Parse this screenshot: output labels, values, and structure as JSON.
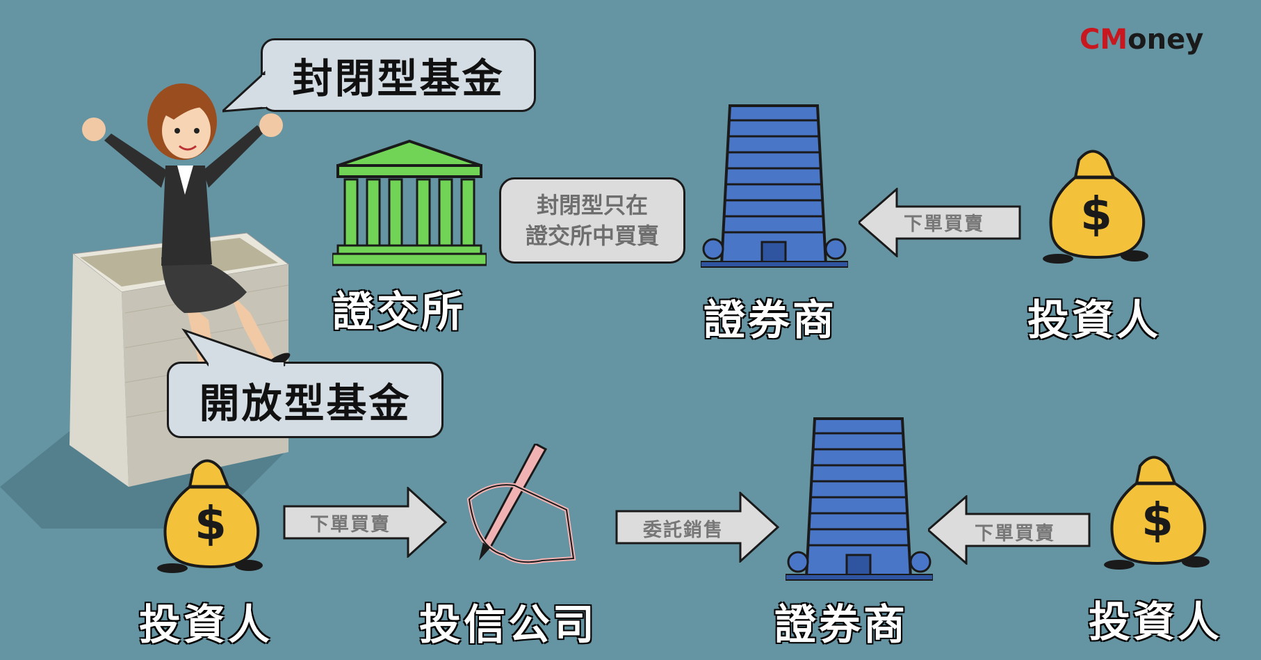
{
  "brand": {
    "c": "CM",
    "rest": "oney"
  },
  "closed_fund": {
    "title": "封閉型基金",
    "note_line1": "封閉型只在",
    "note_line2": "證交所中買賣",
    "exchange_label": "證交所",
    "broker_label": "證券商",
    "investor_label": "投資人",
    "arrow_label": "下單買賣"
  },
  "open_fund": {
    "title": "開放型基金",
    "investor_left_label": "投資人",
    "company_label": "投信公司",
    "broker_label": "證券商",
    "investor_right_label": "投資人",
    "arrow1_label": "下單買賣",
    "arrow2_label": "委託銷售",
    "arrow3_label": "下單買賣"
  },
  "colors": {
    "background": "#6594a3",
    "bubble": "#d3dde3",
    "building": "#4a76c7",
    "exchange": "#72d456",
    "moneybag": "#f3c13a",
    "hand": "#f0b2b2"
  }
}
